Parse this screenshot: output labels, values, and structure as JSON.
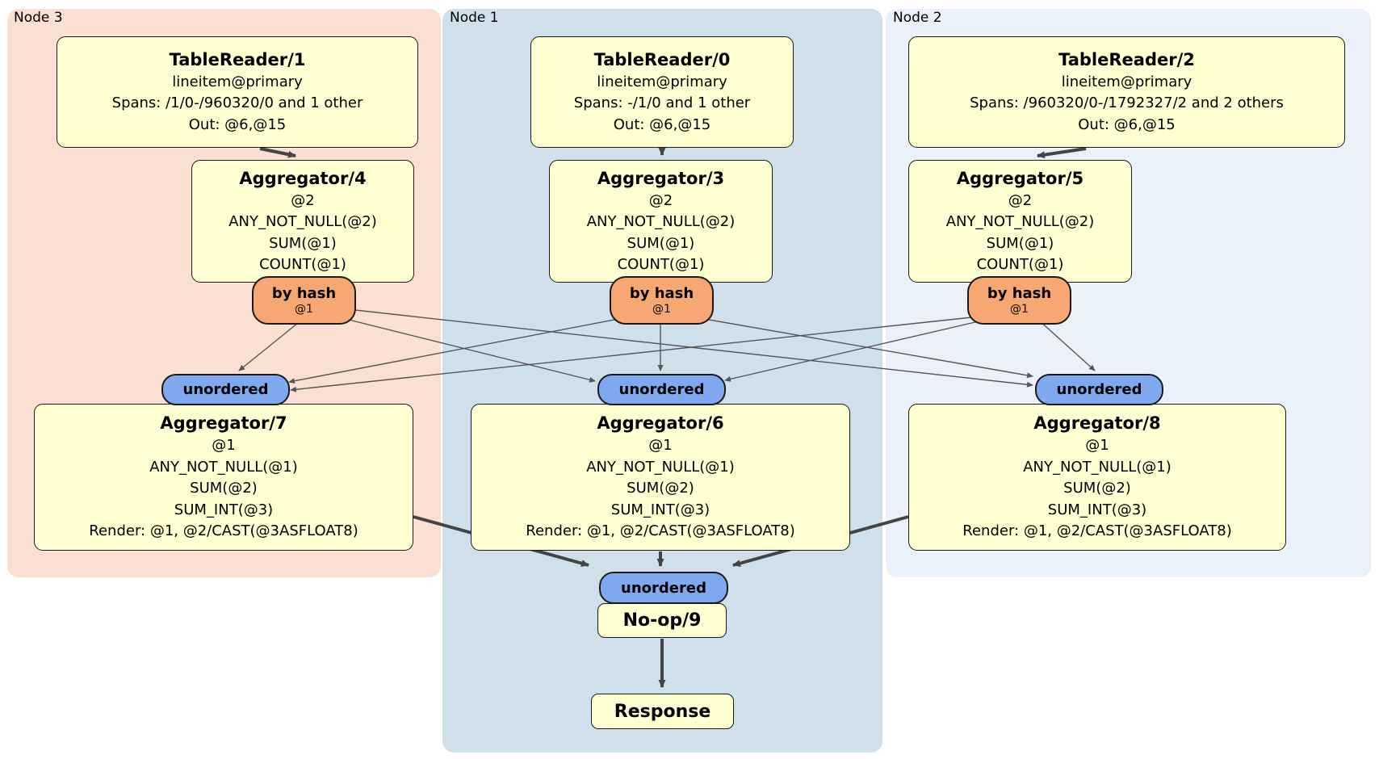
{
  "nodes": [
    {
      "label": "Node 3",
      "table_reader": {
        "title": "TableReader/1",
        "lines": [
          "lineitem@primary",
          "Spans: /1/0-/960320/0 and 1 other",
          "Out: @6,@15"
        ]
      },
      "pre_aggregator": {
        "title": "Aggregator/4",
        "lines": [
          "@2",
          "ANY_NOT_NULL(@2)",
          "SUM(@1)",
          "COUNT(@1)"
        ]
      },
      "router": {
        "label": "by hash",
        "detail": "@1"
      },
      "stream": {
        "label": "unordered"
      },
      "final_aggregator": {
        "title": "Aggregator/7",
        "lines": [
          "@1",
          "ANY_NOT_NULL(@1)",
          "SUM(@2)",
          "SUM_INT(@3)",
          "Render: @1, @2/CAST(@3ASFLOAT8)"
        ]
      }
    },
    {
      "label": "Node 1",
      "table_reader": {
        "title": "TableReader/0",
        "lines": [
          "lineitem@primary",
          "Spans: -/1/0 and 1 other",
          "Out: @6,@15"
        ]
      },
      "pre_aggregator": {
        "title": "Aggregator/3",
        "lines": [
          "@2",
          "ANY_NOT_NULL(@2)",
          "SUM(@1)",
          "COUNT(@1)"
        ]
      },
      "router": {
        "label": "by hash",
        "detail": "@1"
      },
      "stream": {
        "label": "unordered"
      },
      "final_aggregator": {
        "title": "Aggregator/6",
        "lines": [
          "@1",
          "ANY_NOT_NULL(@1)",
          "SUM(@2)",
          "SUM_INT(@3)",
          "Render: @1, @2/CAST(@3ASFLOAT8)"
        ]
      }
    },
    {
      "label": "Node 2",
      "table_reader": {
        "title": "TableReader/2",
        "lines": [
          "lineitem@primary",
          "Spans: /960320/0-/1792327/2 and 2 others",
          "Out: @6,@15"
        ]
      },
      "pre_aggregator": {
        "title": "Aggregator/5",
        "lines": [
          "@2",
          "ANY_NOT_NULL(@2)",
          "SUM(@1)",
          "COUNT(@1)"
        ]
      },
      "router": {
        "label": "by hash",
        "detail": "@1"
      },
      "stream": {
        "label": "unordered"
      },
      "final_aggregator": {
        "title": "Aggregator/8",
        "lines": [
          "@1",
          "ANY_NOT_NULL(@1)",
          "SUM(@2)",
          "SUM_INT(@3)",
          "Render: @1, @2/CAST(@3ASFLOAT8)"
        ]
      }
    }
  ],
  "output": {
    "stream": {
      "label": "unordered"
    },
    "noop": {
      "title": "No-op/9"
    },
    "response": {
      "title": "Response"
    }
  },
  "colors": {
    "node3_bg": "#fbdfd3",
    "node1_bg": "#cfe0ea",
    "node2_bg": "#eaf1fb",
    "box_bg": "#ffffd2",
    "box_border": "#1a1a1a",
    "router_bg": "#f7a771",
    "stream_bg": "#7fa8ef",
    "edge": "#444444"
  }
}
